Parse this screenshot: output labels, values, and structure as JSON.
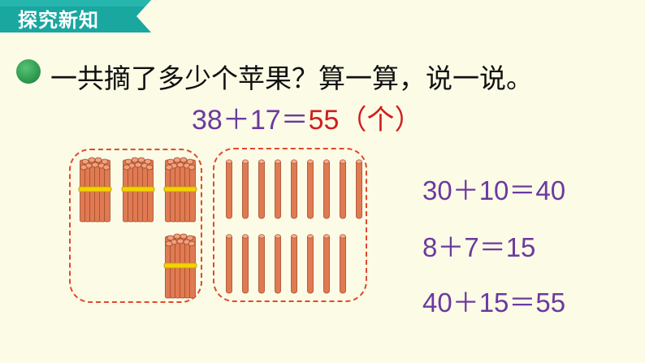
{
  "header": {
    "tag_label": "探究新知",
    "tag_color": "#19a7a0"
  },
  "question": {
    "text": "一共摘了多少个苹果？算一算，说一说。"
  },
  "main_equation": {
    "left": "38＋17＝",
    "answer": "55",
    "unit": "（个）"
  },
  "steps": [
    "30＋10＝40",
    "8＋7＝15",
    "40＋15＝55"
  ],
  "counters": {
    "bundles_of_ten": 4,
    "single_sticks": 17,
    "stick_color": "#e07a52",
    "band_color": "#f2d200"
  }
}
